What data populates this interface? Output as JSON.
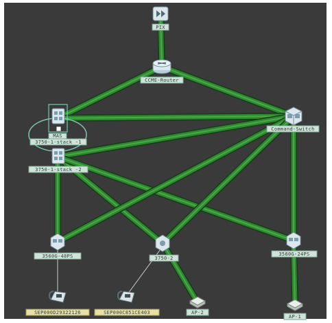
{
  "colors": {
    "background": "#3a3a3a",
    "link": "#2f8a2f",
    "link_dark": "#163b17",
    "label_bg": "#cfe3d9",
    "phone_label_bg": "#e8e1a6",
    "selection": "#79c7b1"
  },
  "devices": {
    "pix": {
      "label": "PIX",
      "icon": "firewall-icon"
    },
    "ccme_router": {
      "label": "CCME-Router",
      "icon": "router-icon"
    },
    "command_switch": {
      "label": "Command-Switch",
      "icon": "switch-icon"
    },
    "stack1": {
      "label": "3750-1-stack -1",
      "icon": "switch-stack-icon",
      "role_badge": "MAS"
    },
    "stack2": {
      "label": "3750-1-stack -2",
      "icon": "switch-stack-icon"
    },
    "sw_48ps": {
      "label": "3560G-48PS",
      "icon": "switch-icon"
    },
    "sw_3750_2": {
      "label": "3750-2",
      "icon": "switch-icon"
    },
    "sw_24ps": {
      "label": "3560G-24PS",
      "icon": "switch-icon"
    },
    "phone1": {
      "label": "SEP000D29322126",
      "icon": "ip-phone-icon"
    },
    "phone2": {
      "label": "SEP000C851CE403",
      "icon": "ip-phone-icon"
    },
    "ap2": {
      "label": "AP-2",
      "icon": "access-point-icon"
    },
    "ap1": {
      "label": "AP-1",
      "icon": "access-point-icon"
    }
  }
}
